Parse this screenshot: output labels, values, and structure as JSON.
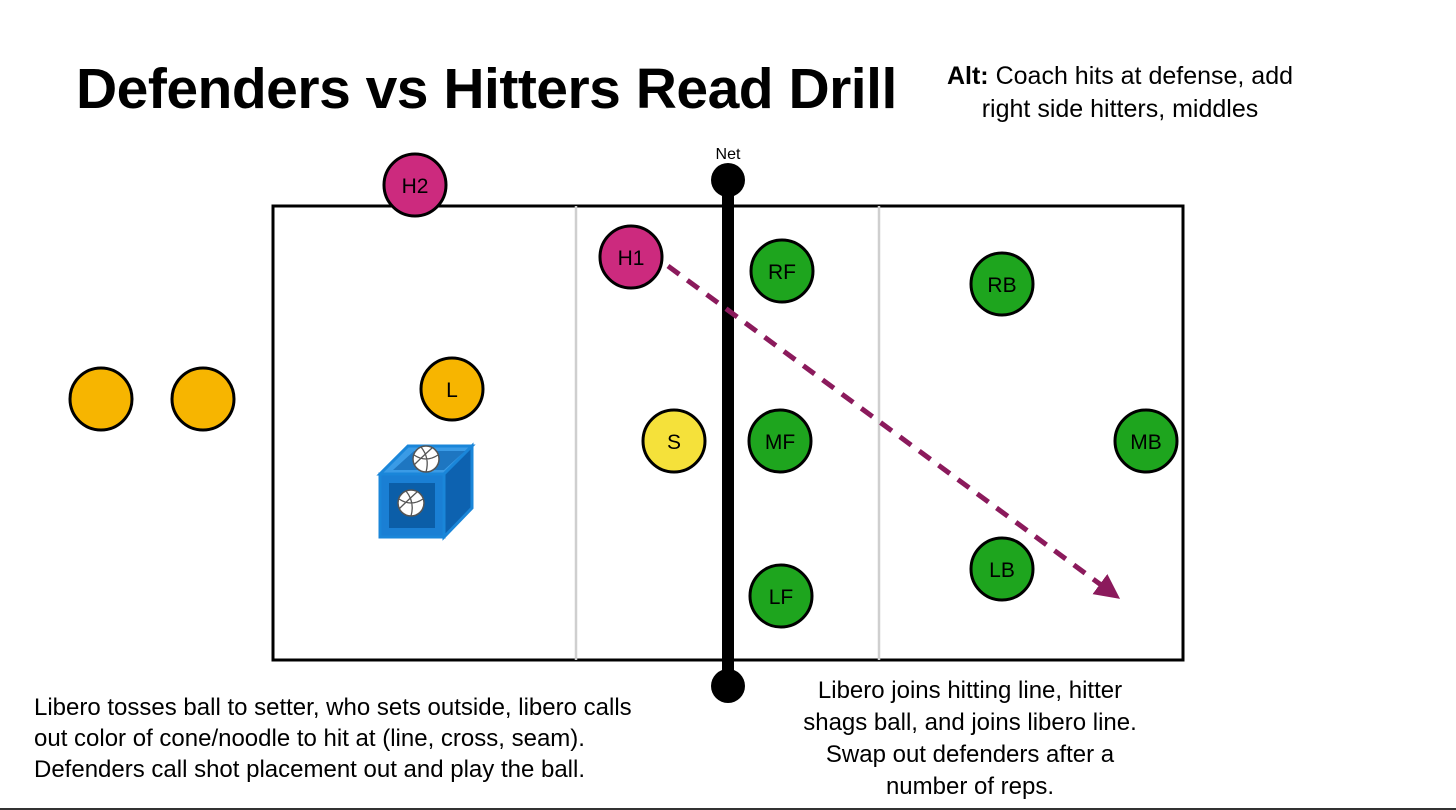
{
  "title": "Defenders vs Hitters Read Drill",
  "alt_note": {
    "label": "Alt:",
    "text_line1": " Coach hits at defense, add",
    "text_line2": "right side hitters, middles"
  },
  "net_label": "Net",
  "players": {
    "h2": "H2",
    "h1": "H1",
    "libero": "L",
    "setter": "S",
    "rf": "RF",
    "mf": "MF",
    "lf": "LF",
    "rb": "RB",
    "mb": "MB",
    "lb": "LB"
  },
  "notes": {
    "left": [
      "Libero tosses ball to setter, who sets outside, libero calls",
      "out color of cone/noodle to hit at (line, cross, seam).",
      "Defenders call shot placement out and play the ball."
    ],
    "right": [
      "Libero joins hitting line, hitter",
      "shags ball, and joins libero line.",
      "Swap out defenders after a",
      "number of reps."
    ]
  },
  "colors": {
    "hitter": "#cc2a7e",
    "defender": "#1ea51e",
    "libero": "#f7b500",
    "setter": "#f5e13a",
    "cart": "#1a86d9",
    "arrow": "#8b1a5c"
  },
  "icons": [
    "volleyball-cart-icon",
    "volleyball-icon"
  ]
}
